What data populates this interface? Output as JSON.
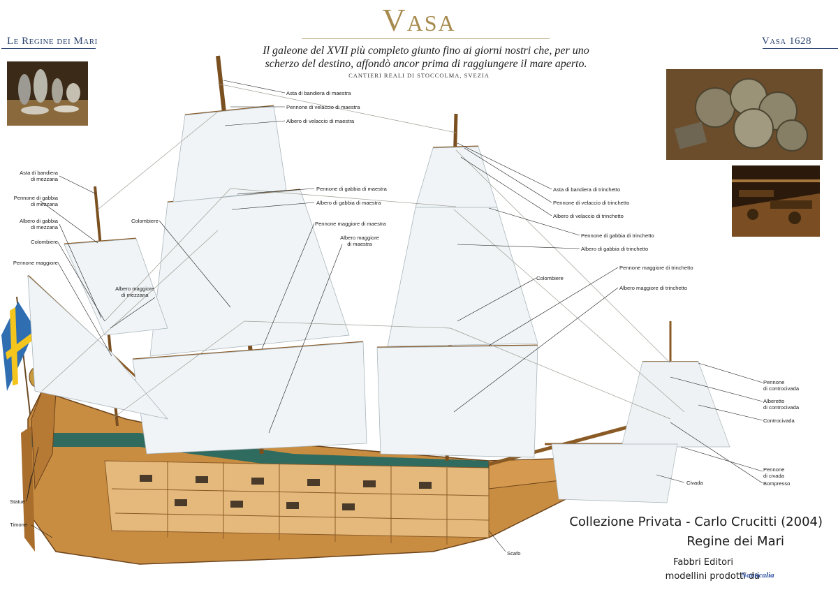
{
  "header": {
    "title": "Vasa",
    "series_left": "Le Regine dei Mari",
    "series_right": "Vasa 1628",
    "subtitle_line1": "Il galeone del XVII più completo giunto fino ai giorni nostri che, per uno",
    "subtitle_line2": "scherzo del destino, affondò ancor prima di raggiungere il mare aperto.",
    "shipyard": "CANTIERI REALI DI STOCCOLMA, SVEZIA"
  },
  "photos": [
    {
      "icon": "tableware-photo"
    },
    {
      "icon": "coins-photo"
    },
    {
      "icon": "gun-deck-photo"
    }
  ],
  "labels": {
    "main_flag_staff": "Asta di bandiera di maestra",
    "main_topgallant_yard": "Pennone di velaccio di maestra",
    "main_topgallant_mast": "Albero di velaccio di maestra",
    "mizzen_flag_staff": [
      "Asta di bandiera",
      "di mezzana"
    ],
    "mizzen_topsail_yard": [
      "Pennone di gabbia",
      "di mezzana"
    ],
    "mizzen_topmast": [
      "Albero di gabbia",
      "di mezzana"
    ],
    "crosstrees_left": "Colombiere",
    "main_yard_mizzen": "Pennone maggiore",
    "crosstrees_main": "Colombiere",
    "mizzen_lower_mast": [
      "Albero maggiore",
      "di mezzana"
    ],
    "main_topsail_yard": "Pennone di gabbia di maestra",
    "main_topmast": "Albero di gabbia di maestra",
    "main_lower_yard": "Pennone maggiore di maestra",
    "main_lower_mast": [
      "Albero maggiore",
      "di maestra"
    ],
    "fore_flag_staff": "Asta di bandiera di trinchetto",
    "fore_topgallant_yard": "Pennone di velaccio di trinchetto",
    "fore_topgallant_mast": "Albero di velaccio di trinchetto",
    "fore_topsail_yard": "Pennone di gabbia di trinchetto",
    "fore_topmast": "Albero di gabbia di trinchetto",
    "crosstrees_fore": "Colombiere",
    "fore_lower_yard": "Pennone maggiore di trinchetto",
    "fore_lower_mast": "Albero maggiore di trinchetto",
    "sprit_topsail_yard": [
      "Pennone",
      "di controcivada"
    ],
    "sprit_topmast": [
      "Alberetto",
      "di controcivada"
    ],
    "sprit_topsail": "Controcivada",
    "spritsail_yard": [
      "Pennone",
      "di civada"
    ],
    "bowsprit": "Bompresso",
    "spritsail": "Civada",
    "statues": "Statue",
    "rudder": "Timone",
    "hull": "Scafo"
  },
  "credits": {
    "line1": "Collezione Privata - Carlo Crucitti (2004)",
    "line2": "Regine dei Mari",
    "line3": "Fabbri Editori",
    "line4": "modellini prodotti da",
    "maker_logo": "Nauticalia"
  }
}
